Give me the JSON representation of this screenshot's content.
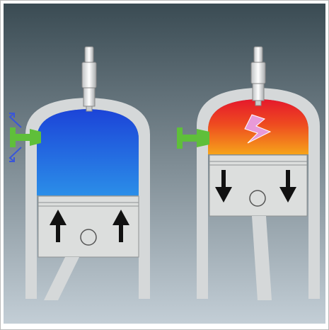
{
  "colors": {
    "background_top": "#3a4b53",
    "background_bottom": "#c3ced6",
    "cylinder_wall": "#d5d8d9",
    "piston": "#dcdedd",
    "charge_top": "#1c44d8",
    "charge_bottom": "#2b8ee8",
    "combustion_top": "#e5182c",
    "combustion_mid": "#ee4a20",
    "combustion_bottom": "#f6a31a",
    "valve": "#5fbf3a",
    "spark": "#e89ad8",
    "arrow": "#111111"
  },
  "panels": [
    {
      "name": "compression",
      "piston_motion": "up",
      "valve_motion_indicator": true
    },
    {
      "name": "combustion",
      "piston_motion": "down",
      "spark": true
    }
  ]
}
